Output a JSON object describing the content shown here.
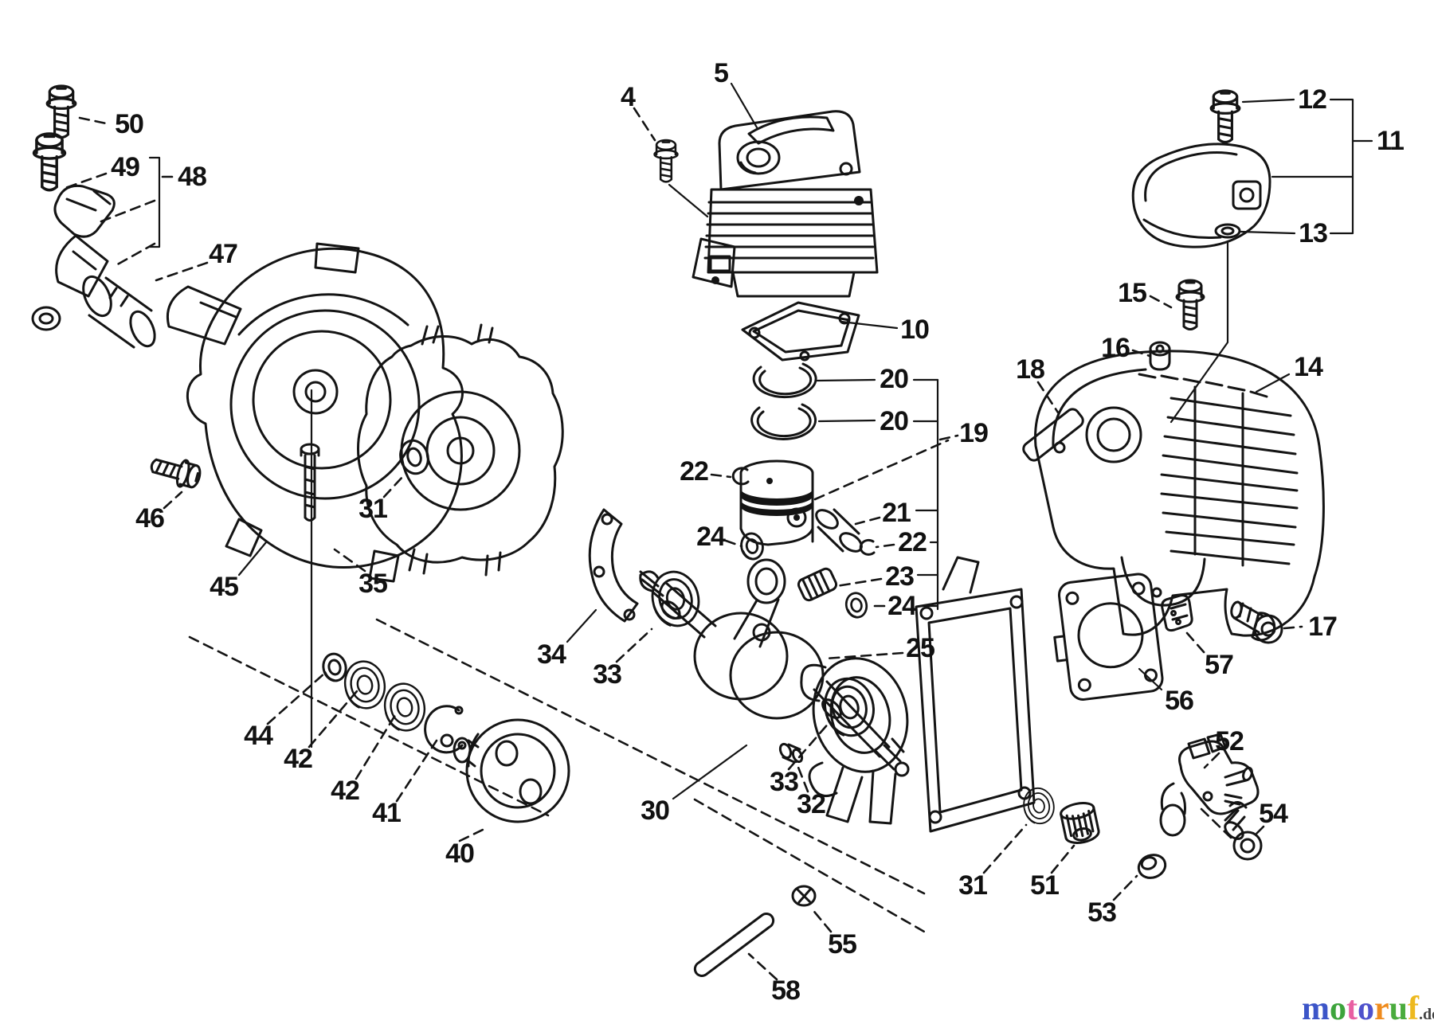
{
  "canvas": {
    "background": "#ffffff",
    "ink": "#141414"
  },
  "diagram": {
    "type": "exploded-parts-diagram",
    "labels": [
      "50",
      "49",
      "48",
      "47",
      "46",
      "45",
      "31",
      "35",
      "44",
      "42",
      "42",
      "41",
      "40",
      "34",
      "33",
      "30",
      "4",
      "5",
      "10",
      "20",
      "20",
      "22",
      "24",
      "19",
      "21",
      "22",
      "23",
      "24",
      "25",
      "33",
      "32",
      "31",
      "51",
      "55",
      "58",
      "12",
      "11",
      "13",
      "15",
      "16",
      "18",
      "14",
      "17",
      "57",
      "56",
      "52",
      "54",
      "53"
    ]
  },
  "logo": {
    "letters": [
      "m",
      "o",
      "t",
      "o",
      "r",
      "u",
      "f"
    ],
    "letter_colors": [
      "#3c55c8",
      "#3da43c",
      "#e85fa2",
      "#4f52cc",
      "#ef8b1d",
      "#4aab3d",
      "#edb91f"
    ],
    "suffix": ".de",
    "suffix_color": "#444444"
  }
}
